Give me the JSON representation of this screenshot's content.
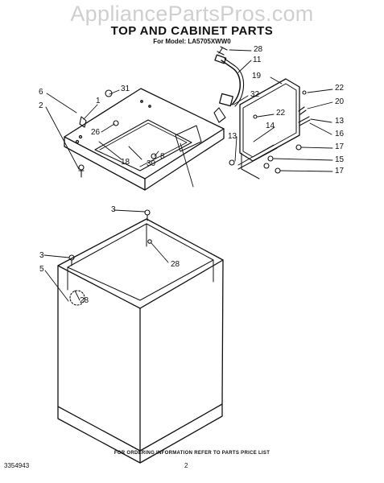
{
  "watermark": "AppliancePartsPros.com",
  "title": "TOP AND CABINET PARTS",
  "subtitle": "For Model: LA5705XWW0",
  "footer": "FOR ORDERING INFORMATION REFER TO PARTS PRICE LIST",
  "doc_number": "3354943",
  "page_number": "2",
  "callouts": [
    {
      "id": "c28a",
      "text": "28"
    },
    {
      "id": "c11",
      "text": "11"
    },
    {
      "id": "c19",
      "text": "19"
    },
    {
      "id": "c22a",
      "text": "22"
    },
    {
      "id": "c20",
      "text": "20"
    },
    {
      "id": "c32",
      "text": "32"
    },
    {
      "id": "c22b",
      "text": "22"
    },
    {
      "id": "c13a",
      "text": "13"
    },
    {
      "id": "c14",
      "text": "14"
    },
    {
      "id": "c13b",
      "text": "13"
    },
    {
      "id": "c16",
      "text": "16"
    },
    {
      "id": "c17a",
      "text": "17"
    },
    {
      "id": "c15",
      "text": "15"
    },
    {
      "id": "c17b",
      "text": "17"
    },
    {
      "id": "c6",
      "text": "6"
    },
    {
      "id": "c31",
      "text": "31"
    },
    {
      "id": "c1",
      "text": "1"
    },
    {
      "id": "c2",
      "text": "2"
    },
    {
      "id": "c26",
      "text": "26"
    },
    {
      "id": "c8",
      "text": "8"
    },
    {
      "id": "c18",
      "text": "18"
    },
    {
      "id": "c30",
      "text": "30"
    },
    {
      "id": "c3a",
      "text": "3"
    },
    {
      "id": "c3b",
      "text": "3"
    },
    {
      "id": "c28b",
      "text": "28"
    },
    {
      "id": "c5",
      "text": "5"
    },
    {
      "id": "c28c",
      "text": "28"
    }
  ]
}
